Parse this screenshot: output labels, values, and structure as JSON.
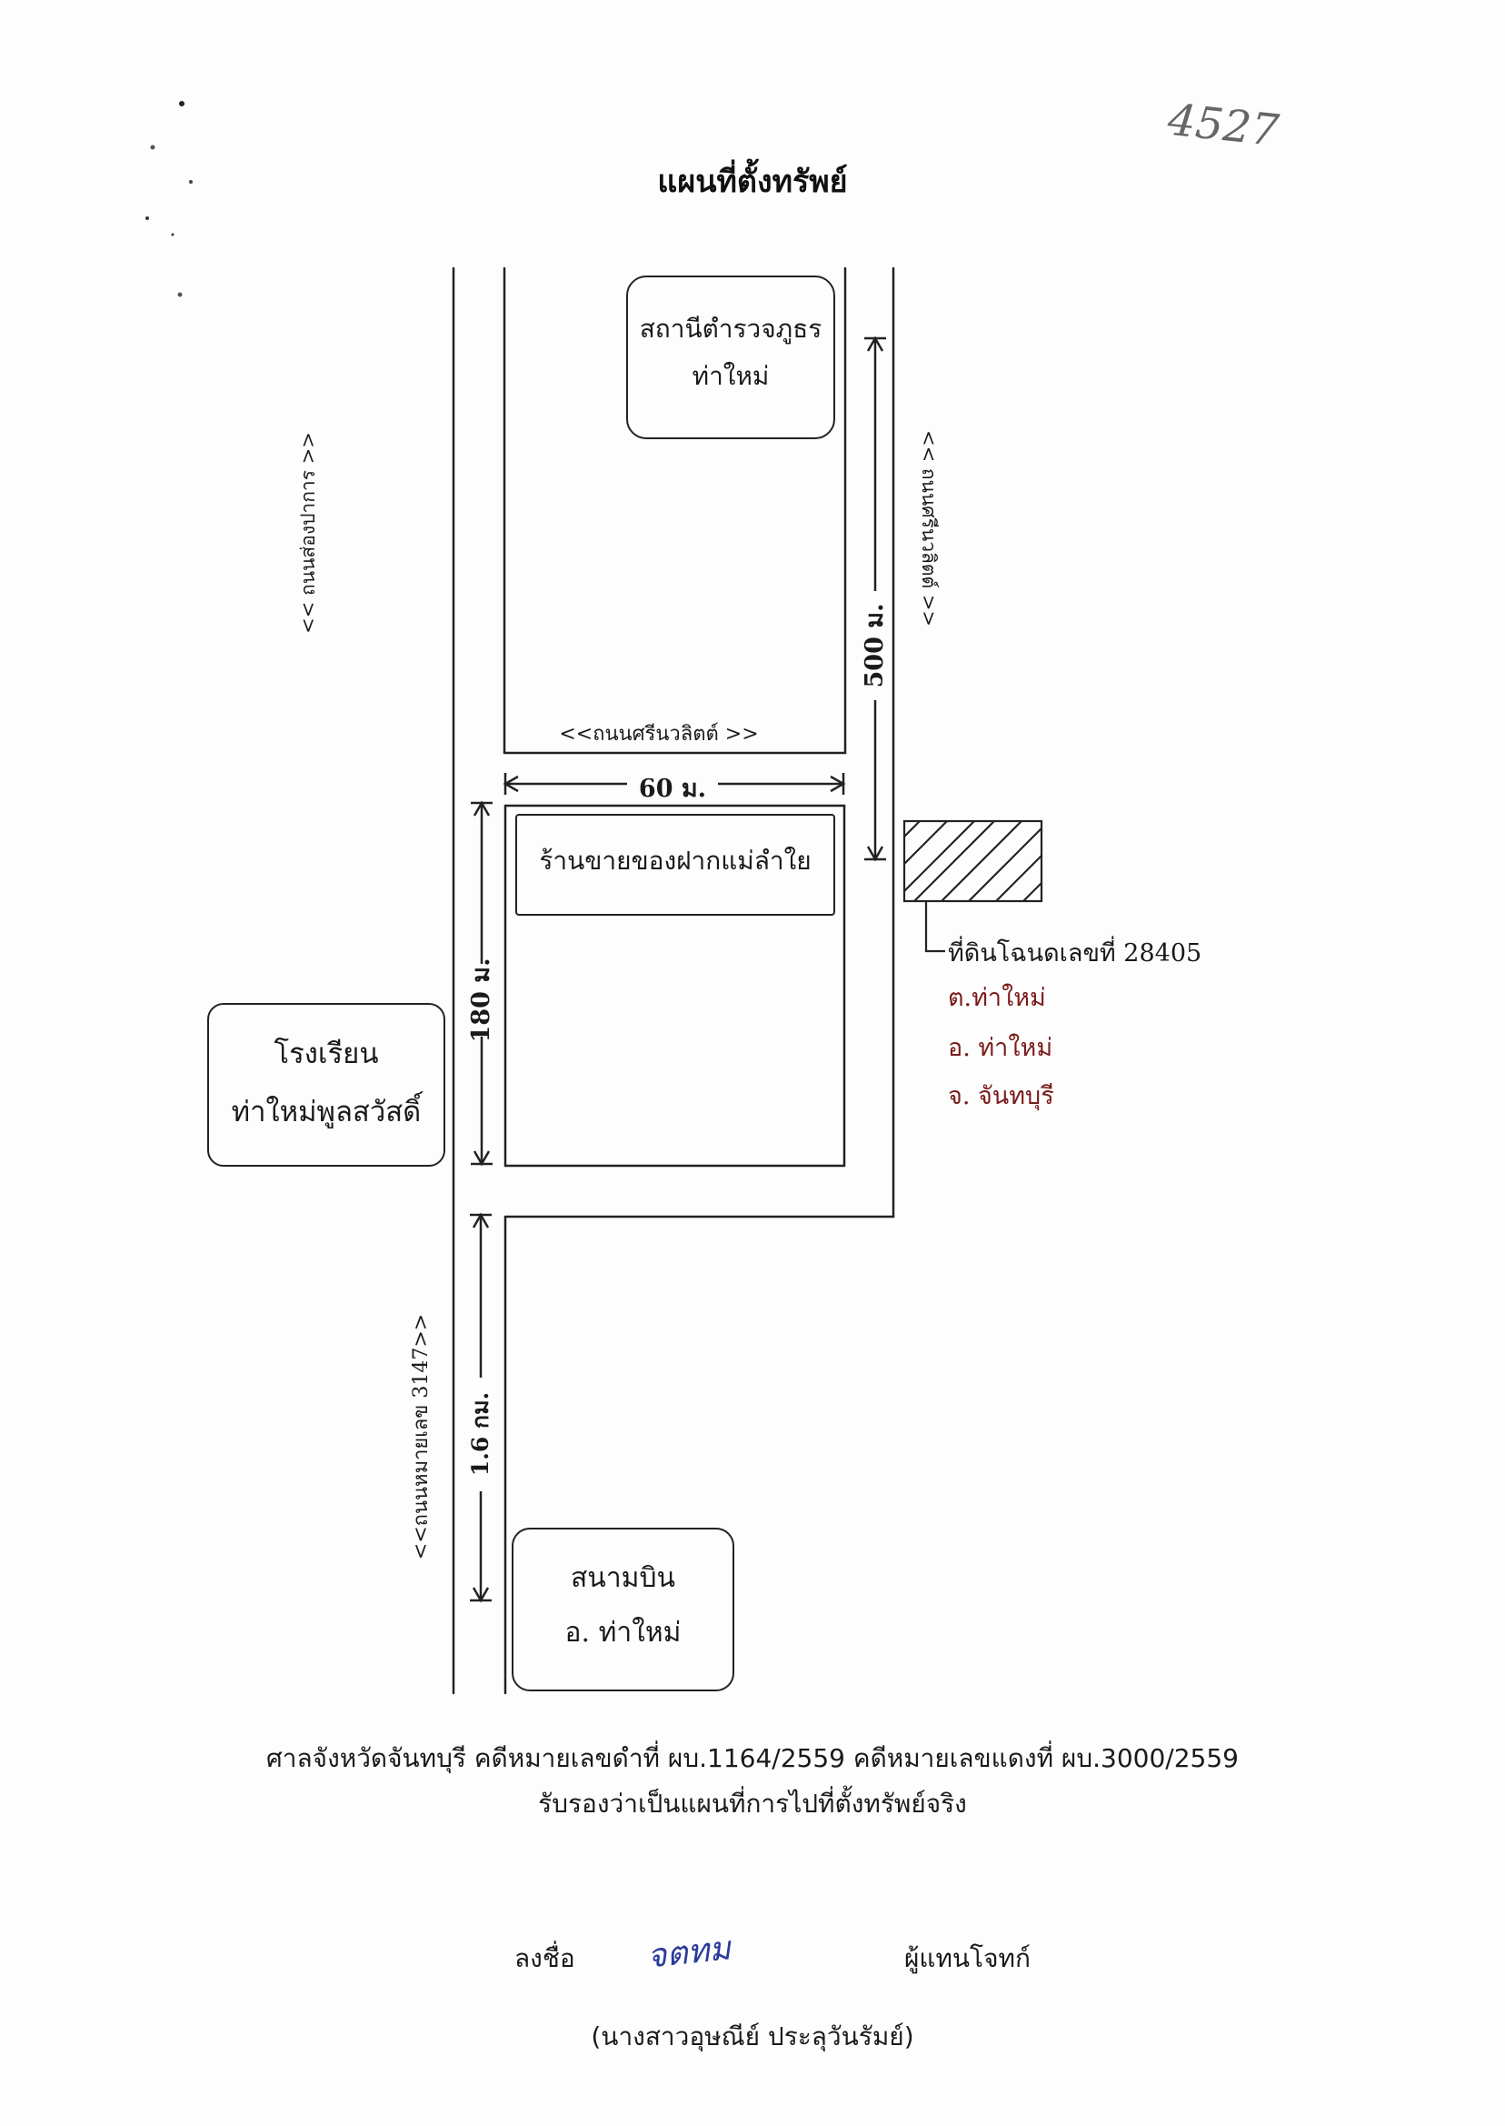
{
  "page_number_handwritten": "4527",
  "title": "แผนที่ตั้งทรัพย์",
  "landmarks": {
    "police_station": {
      "line1": "สถานีตำรวจภูธร",
      "line2": "ท่าใหม่"
    },
    "shop": "ร้านขายของฝากแม่ลำใย",
    "school": {
      "line1": "โรงเรียน",
      "line2": "ท่าใหม่พูลสวัสดิ์"
    },
    "airport": {
      "line1": "สนามบิน",
      "line2": "อ. ท่าใหม่"
    }
  },
  "roads": {
    "left_upper": "<< ถนนส่องปาการ >>",
    "right": "<< ถนนศรีนวลิตต์ >>",
    "cross": "<<ถนนศรีนวลิตต์ >>",
    "left_lower": "<<ถนนหมายเลข 3147>>"
  },
  "distances": {
    "d500": "500 ม.",
    "d60": "60 ม.",
    "d180": "180 ม.",
    "d16": "1.6 กม."
  },
  "property": {
    "deed": "ที่ดินโฉนดเลขที่ 28405",
    "tambon": "ต.ท่าใหม่",
    "amphoe": "อ. ท่าใหม่",
    "changwat": "จ. จันทบุรี"
  },
  "footer": {
    "line1": "ศาลจังหวัดจันทบุรี  คดีหมายเลขดำที่ ผบ.1164/2559 คดีหมายเลขแดงที่ ผบ.3000/2559",
    "line2": "รับรองว่าเป็นแผนที่การไปที่ตั้งทรัพย์จริง",
    "sign_label": "ลงชื่อ",
    "signature": "จตทม",
    "role": "ผู้แทนโจทก์",
    "name": "(นางสาวอุษณีย์ ประลุวันรัมย์)"
  },
  "colors": {
    "ink": "#1a1a1a",
    "red_ink": "#7a1a1a",
    "signature_ink": "#2a3a9a"
  }
}
